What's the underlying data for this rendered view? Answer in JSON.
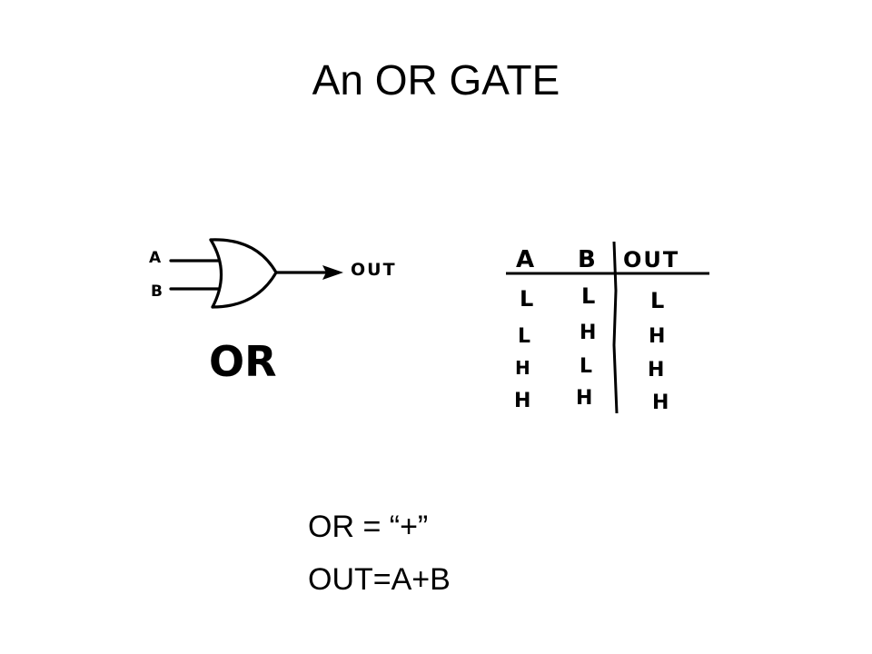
{
  "slide": {
    "title": "An OR GATE"
  },
  "gate_diagram": {
    "input_a_label": "A",
    "input_b_label": "B",
    "output_label": "OUT",
    "gate_name": "OR"
  },
  "truth_table": {
    "headers": [
      "A",
      "B",
      "OUT"
    ],
    "rows": [
      [
        "L",
        "L",
        "L"
      ],
      [
        "L",
        "H",
        "H"
      ],
      [
        "H",
        "L",
        "H"
      ],
      [
        "H",
        "H",
        "H"
      ]
    ]
  },
  "formulas": {
    "symbol": "OR = “+”",
    "expression": "OUT=A+B"
  }
}
